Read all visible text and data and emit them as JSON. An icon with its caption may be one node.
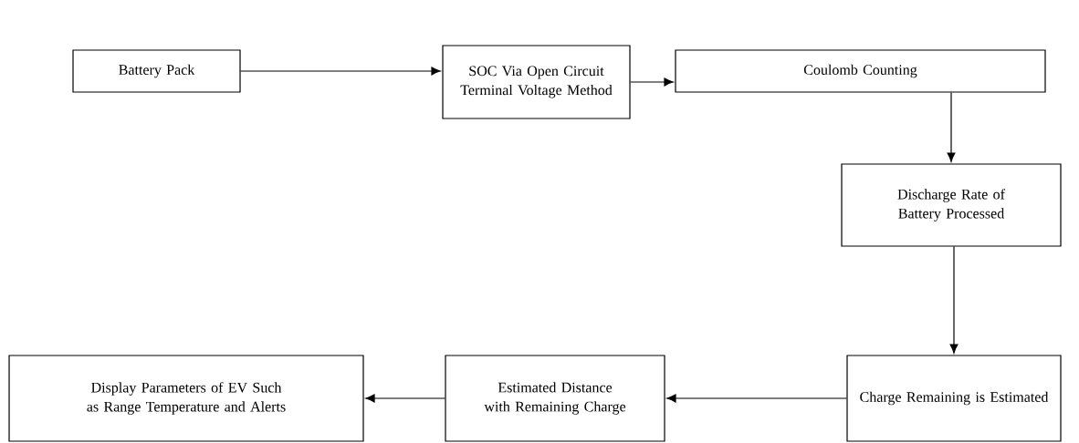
{
  "diagram": {
    "nodes": [
      {
        "text": [
          "Battery Pack"
        ]
      },
      {
        "text": [
          "SOC Via Open Circuit Terminal Voltage Method"
        ]
      },
      {
        "text": [
          "Coulomb Counting"
        ]
      },
      {
        "text": [
          "Discharge Rate of Battery Processed"
        ]
      },
      {
        "text": [
          "Charge Remaining is Estimated"
        ]
      },
      {
        "text": [
          "Estimated Distance with Remaining Charge"
        ]
      },
      {
        "text": [
          "Display Parameters of EV Such as Range Temperature and Alerts"
        ]
      }
    ],
    "edges": [
      {
        "from": 0,
        "to": 1,
        "arrow": "to"
      },
      {
        "from": 1,
        "to": 2,
        "arrow": "to"
      },
      {
        "from": 2,
        "to": 3,
        "arrow": "to"
      },
      {
        "from": 3,
        "to": 4,
        "arrow": "to"
      },
      {
        "from": 4,
        "to": 5,
        "arrow": "to"
      },
      {
        "from": 5,
        "to": 6,
        "arrow": "to"
      }
    ]
  }
}
